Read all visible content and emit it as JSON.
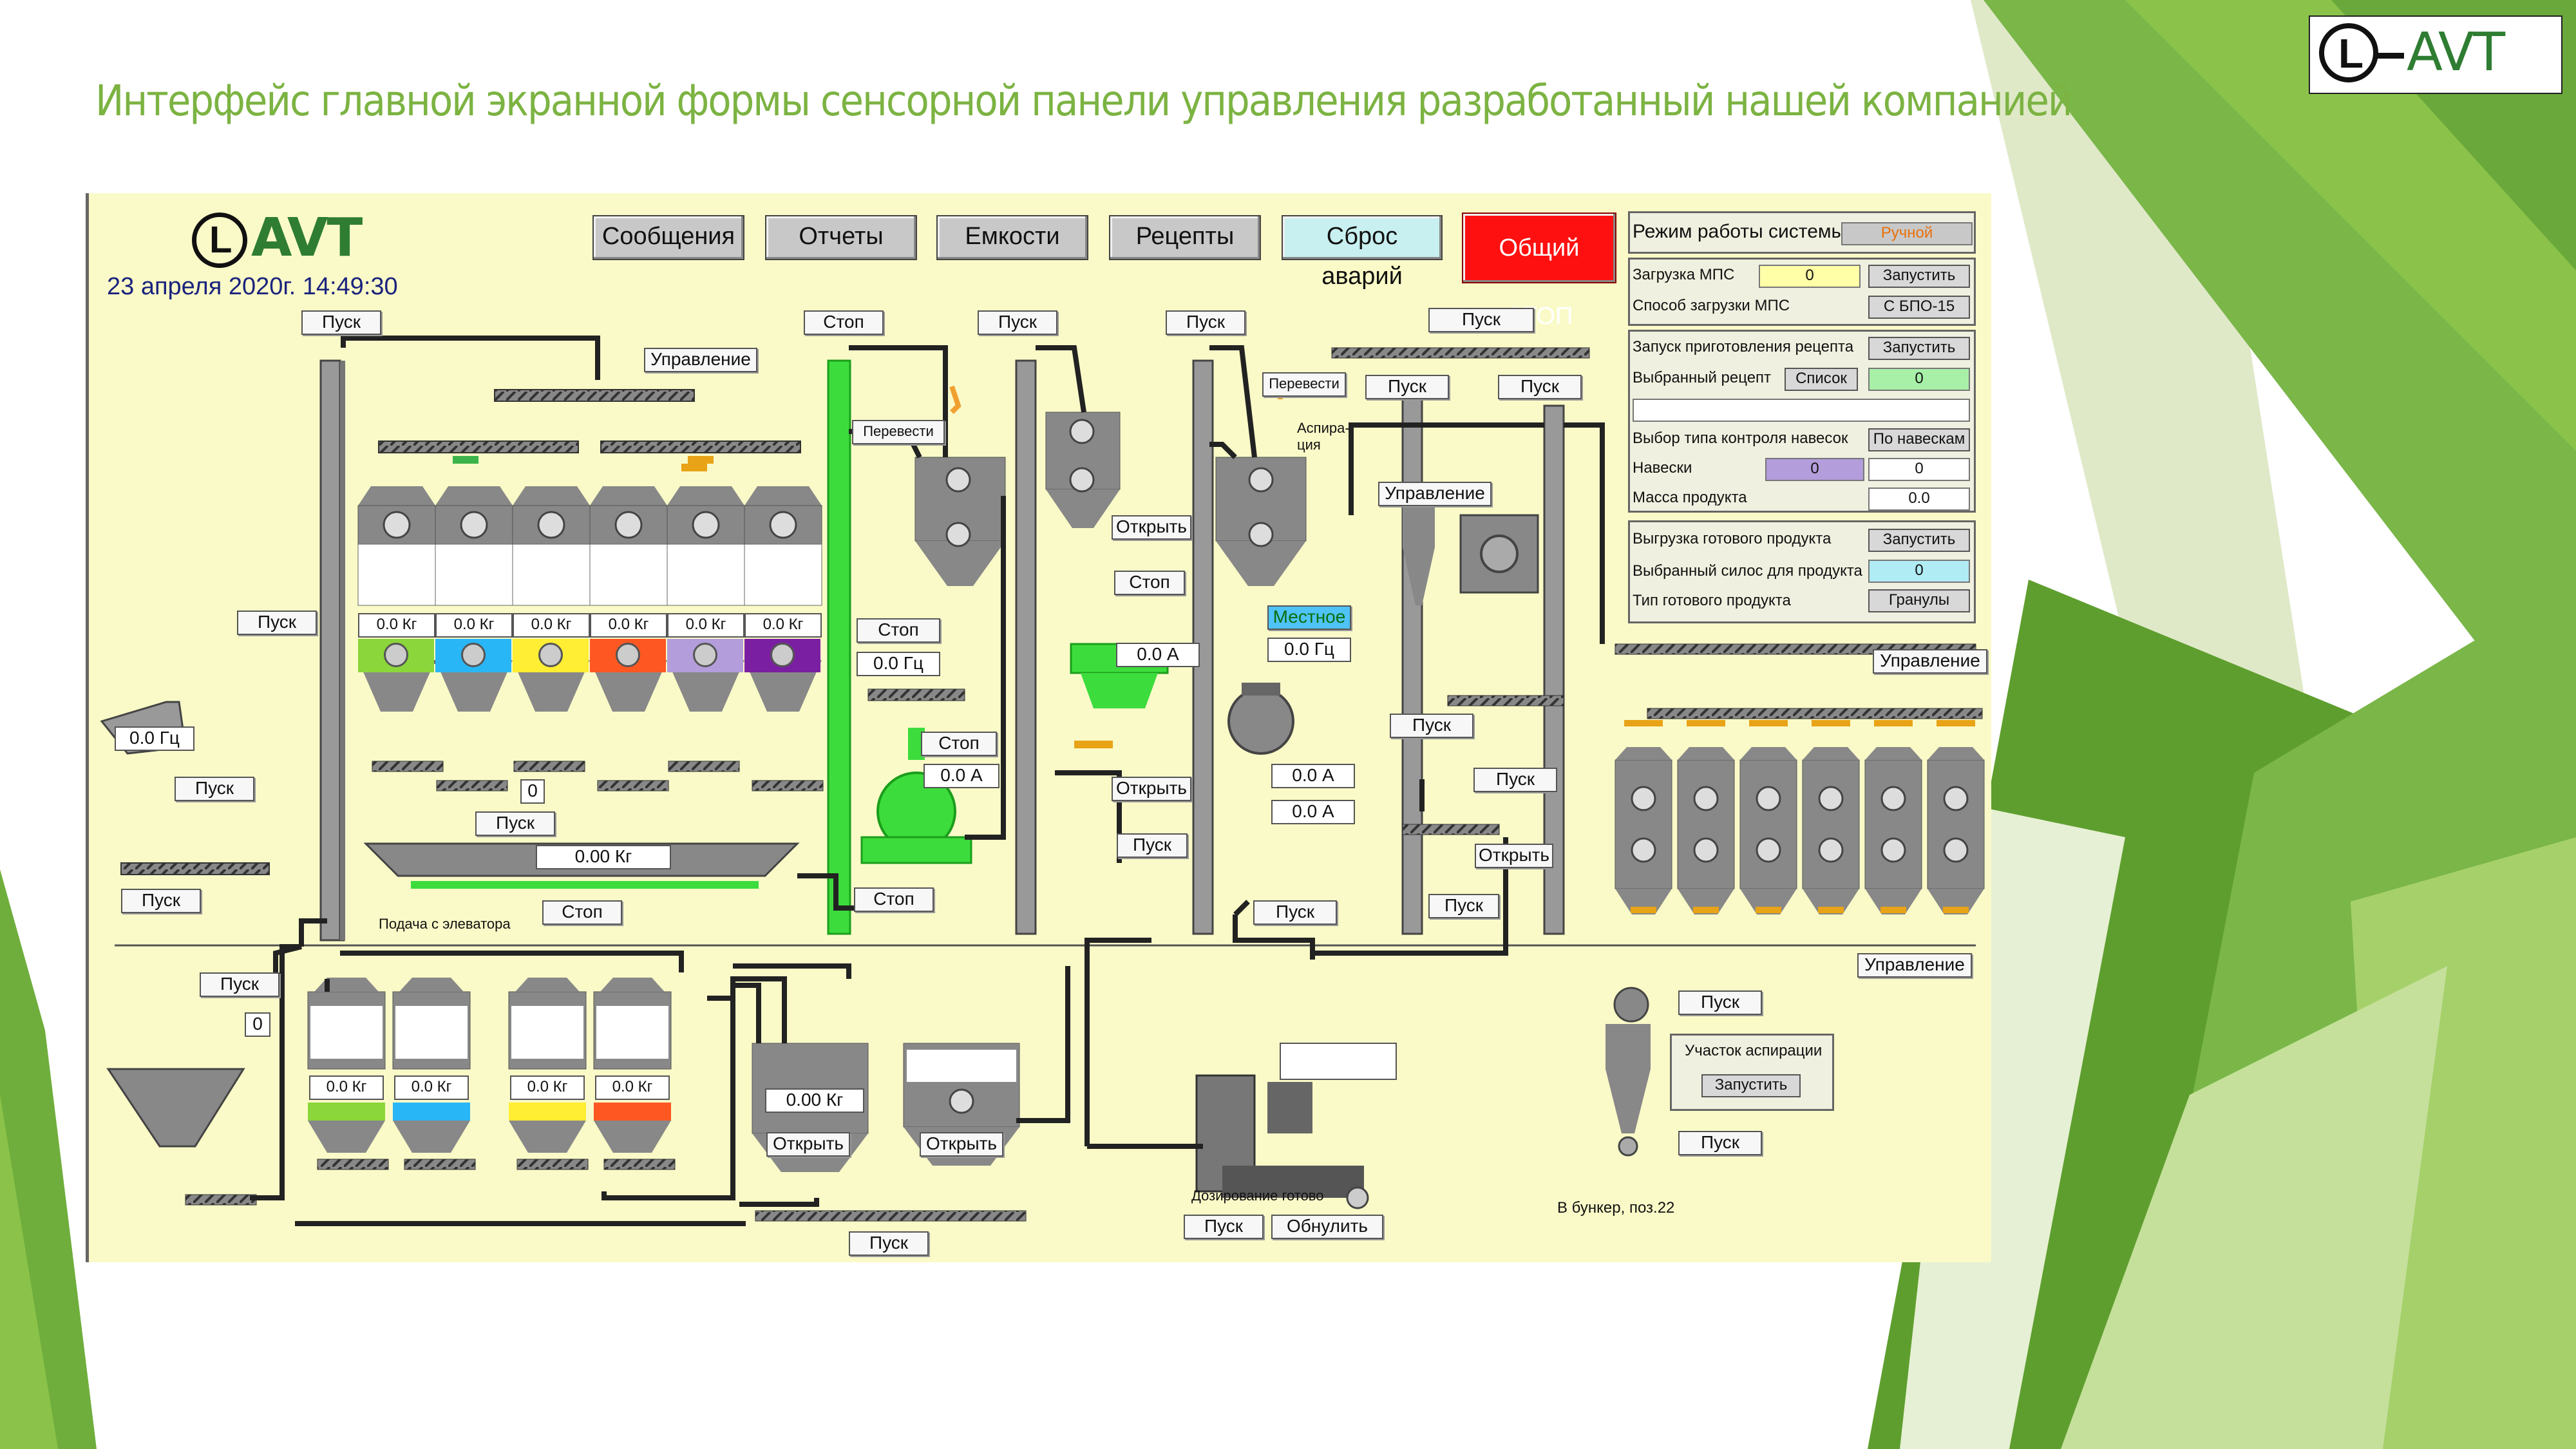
{
  "slide": {
    "title": "Интерфейс главной экранной формы сенсорной панели управления разработанный нашей компанией",
    "logo_text": "AVT",
    "logo_letter": "L",
    "colors": {
      "title": "#7cb342",
      "accent_dark": "#4e8a1e",
      "accent_light": "#8bc34a"
    }
  },
  "hmi": {
    "logo_text": "AVT",
    "logo_letter": "L",
    "date": "23   апреля   2020г.   14:49:30",
    "top_buttons": {
      "messages": "Сообщения",
      "reports": "Отчеты",
      "tanks": "Емкости",
      "recipes": "Рецепты",
      "reset": "Сброс аварий",
      "stop": "Общий СТОП"
    },
    "buttons": {
      "start": "Пуск",
      "stop": "Стоп",
      "open": "Открыть",
      "control": "Управление",
      "transfer": "Перевести",
      "local": "Местное",
      "reset": "Обнулить"
    },
    "labels": {
      "aspiration": "Аспира-\nция",
      "feed_from_elevator": "Подача с элеватора",
      "dosing_ready": "Дозирование готово",
      "to_bunker": "В бункер, поз.22"
    },
    "readings": {
      "hz_zero": "0.0  Гц",
      "amp_zero": "0.0   А",
      "kg_zero": "0.0   Кг",
      "scale_total": "0.00   Кг",
      "scale_small": "0.00   Кг",
      "counter_zero": "0"
    },
    "bin_weights": [
      "0.0  Кг",
      "0.0  Кг",
      "0.0  Кг",
      "0.0  Кг",
      "0.0  Кг",
      "0.0  Кг"
    ],
    "bin_colors": [
      "#8bd63a",
      "#29b6f6",
      "#ffee33",
      "#ff5722",
      "#b39ddb",
      "#7b1fa2"
    ],
    "lower_bin_weights": [
      "0.0  Кг",
      "0.0  Кг",
      "0.0  Кг",
      "0.0  Кг"
    ],
    "lower_bin_colors": [
      "#8bd63a",
      "#29b6f6",
      "#ffee33",
      "#ff5722"
    ],
    "system_panel": {
      "mode_label": "Режим работы системы",
      "mode_value": "Ручной",
      "mps_load_label": "Загрузка МПС",
      "mps_load_value": "0",
      "mps_start": "Запустить",
      "mps_method_label": "Способ загрузки МПС",
      "mps_method_value": "С БПО-15",
      "recipe_run_label": "Запуск приготовления рецепта",
      "recipe_start": "Запустить",
      "recipe_selected_label": "Выбранный рецепт",
      "recipe_list": "Список",
      "recipe_value": "0",
      "control_type_label": "Выбор типа контроля навесок",
      "control_type_value": "По навескам",
      "portions_label": "Навески",
      "portions_value1": "0",
      "portions_value2": "0",
      "product_mass_label": "Масса продукта",
      "product_mass_value": "0.0",
      "unload_label": "Выгрузка готового продукта",
      "unload_start": "Запустить",
      "silo_label": "Выбранный силос для продукта",
      "silo_value": "0",
      "product_type_label": "Тип готового продукта",
      "product_type_value": "Гранулы"
    },
    "aspiration_panel": {
      "label": "Участок аспирации",
      "start": "Запустить"
    }
  }
}
